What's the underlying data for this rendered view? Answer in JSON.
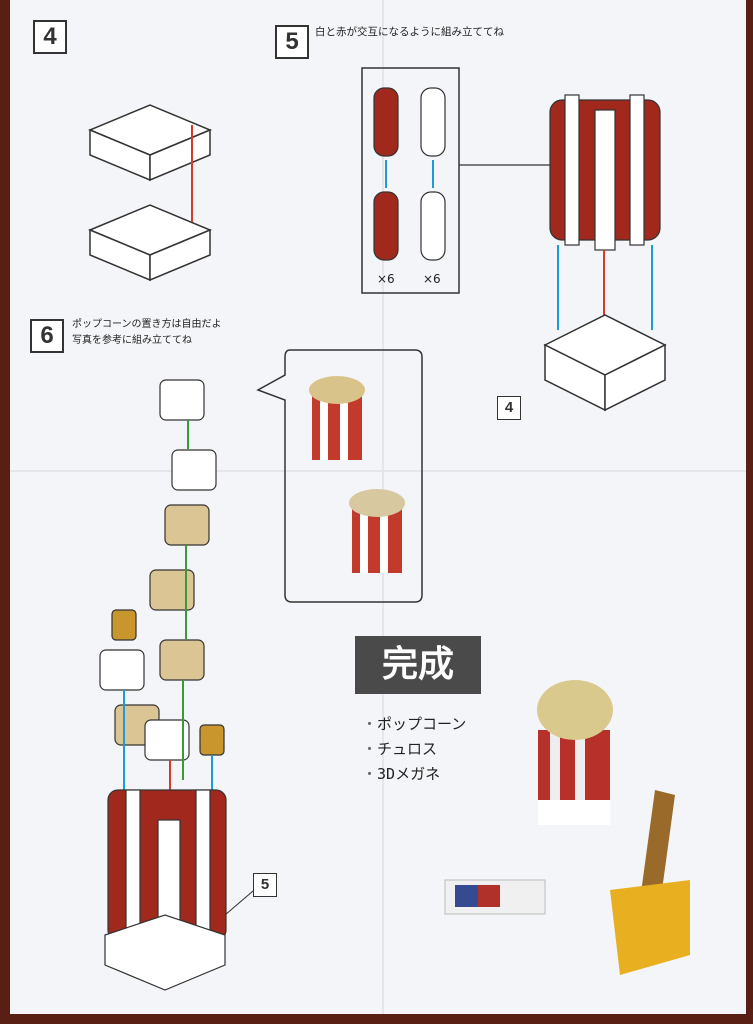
{
  "steps": [
    {
      "number": "4"
    },
    {
      "number": "5",
      "instruction": "白と赤が交互になるように組み立ててね",
      "counts": [
        "×6",
        "×6"
      ],
      "ref": "4"
    },
    {
      "number": "6",
      "instruction_lines": [
        "ポップコーンの置き方は自由だよ",
        "写真を参考に組み立ててね"
      ],
      "ref": "5"
    }
  ],
  "completion": {
    "title": "完成",
    "items": [
      "ポップコーン",
      "チュロス",
      "3Dメガネ"
    ]
  },
  "colors": {
    "red": "#a0281c",
    "white": "#ffffff",
    "tan": "#dcc595",
    "gold": "#c8962c",
    "arrow_red": "#d63a2a",
    "arrow_blue": "#1e9ad6",
    "arrow_green": "#3a9a3a"
  }
}
